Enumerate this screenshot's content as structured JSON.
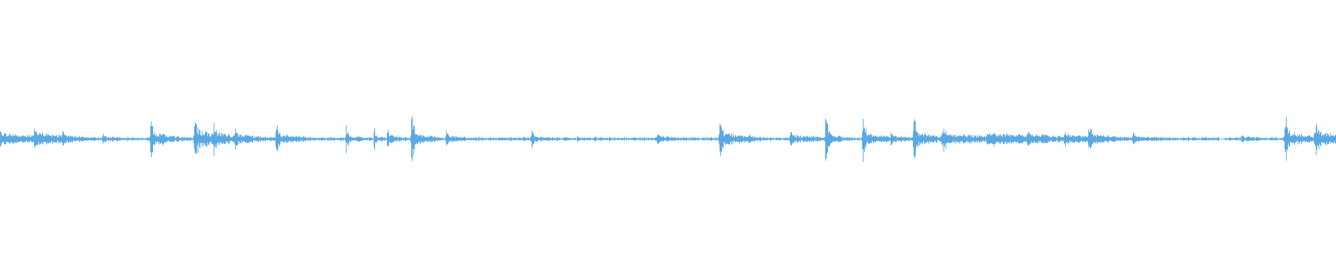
{
  "waveform": {
    "color": "#5aa9e2",
    "background": "#ffffff",
    "duration_fraction_with_audio": 1.0,
    "channel_count": 1,
    "silent_gaps": [
      {
        "start": 0.912,
        "end": 0.916
      }
    ],
    "bursts": [
      {
        "pos": 0.0,
        "amp": 0.32,
        "width": 0.01,
        "sustain": 0.25
      },
      {
        "pos": 0.026,
        "amp": 0.45,
        "width": 0.008,
        "sustain": 0.28
      },
      {
        "pos": 0.047,
        "amp": 0.3,
        "width": 0.006,
        "sustain": 0.18
      },
      {
        "pos": 0.077,
        "amp": 0.2,
        "width": 0.006,
        "sustain": 0.12
      },
      {
        "pos": 0.113,
        "amp": 0.85,
        "width": 0.005,
        "sustain": 0.3
      },
      {
        "pos": 0.146,
        "amp": 0.95,
        "width": 0.006,
        "sustain": 0.4
      },
      {
        "pos": 0.16,
        "amp": 0.7,
        "width": 0.005,
        "sustain": 0.3
      },
      {
        "pos": 0.176,
        "amp": 0.45,
        "width": 0.006,
        "sustain": 0.22
      },
      {
        "pos": 0.207,
        "amp": 0.55,
        "width": 0.006,
        "sustain": 0.22
      },
      {
        "pos": 0.259,
        "amp": 0.55,
        "width": 0.004,
        "sustain": 0.18
      },
      {
        "pos": 0.28,
        "amp": 0.55,
        "width": 0.003,
        "sustain": 0.15
      },
      {
        "pos": 0.29,
        "amp": 0.45,
        "width": 0.004,
        "sustain": 0.18
      },
      {
        "pos": 0.308,
        "amp": 1.2,
        "width": 0.004,
        "sustain": 0.3
      },
      {
        "pos": 0.334,
        "amp": 0.5,
        "width": 0.004,
        "sustain": 0.18
      },
      {
        "pos": 0.362,
        "amp": 0.1,
        "width": 0.004,
        "sustain": 0.06
      },
      {
        "pos": 0.398,
        "amp": 0.35,
        "width": 0.004,
        "sustain": 0.14
      },
      {
        "pos": 0.432,
        "amp": 0.12,
        "width": 0.004,
        "sustain": 0.06
      },
      {
        "pos": 0.445,
        "amp": 0.14,
        "width": 0.004,
        "sustain": 0.07
      },
      {
        "pos": 0.492,
        "amp": 0.25,
        "width": 0.005,
        "sustain": 0.14
      },
      {
        "pos": 0.519,
        "amp": 0.1,
        "width": 0.003,
        "sustain": 0.05
      },
      {
        "pos": 0.539,
        "amp": 0.8,
        "width": 0.006,
        "sustain": 0.3
      },
      {
        "pos": 0.561,
        "amp": 0.22,
        "width": 0.004,
        "sustain": 0.1
      },
      {
        "pos": 0.592,
        "amp": 0.28,
        "width": 0.008,
        "sustain": 0.18
      },
      {
        "pos": 0.618,
        "amp": 1.05,
        "width": 0.004,
        "sustain": 0.22
      },
      {
        "pos": 0.646,
        "amp": 0.8,
        "width": 0.005,
        "sustain": 0.28
      },
      {
        "pos": 0.667,
        "amp": 0.35,
        "width": 0.006,
        "sustain": 0.16
      },
      {
        "pos": 0.684,
        "amp": 0.95,
        "width": 0.005,
        "sustain": 0.3
      },
      {
        "pos": 0.706,
        "amp": 0.55,
        "width": 0.01,
        "sustain": 0.28
      },
      {
        "pos": 0.74,
        "amp": 0.45,
        "width": 0.012,
        "sustain": 0.28
      },
      {
        "pos": 0.77,
        "amp": 0.38,
        "width": 0.01,
        "sustain": 0.22
      },
      {
        "pos": 0.797,
        "amp": 0.35,
        "width": 0.008,
        "sustain": 0.2
      },
      {
        "pos": 0.815,
        "amp": 0.6,
        "width": 0.006,
        "sustain": 0.25
      },
      {
        "pos": 0.848,
        "amp": 0.28,
        "width": 0.006,
        "sustain": 0.14
      },
      {
        "pos": 0.88,
        "amp": 0.08,
        "width": 0.01,
        "sustain": 0.05
      },
      {
        "pos": 0.93,
        "amp": 0.18,
        "width": 0.008,
        "sustain": 0.1
      },
      {
        "pos": 0.962,
        "amp": 1.0,
        "width": 0.006,
        "sustain": 0.32
      },
      {
        "pos": 0.985,
        "amp": 0.55,
        "width": 0.01,
        "sustain": 0.3
      }
    ],
    "floor_amp": 0.06
  }
}
